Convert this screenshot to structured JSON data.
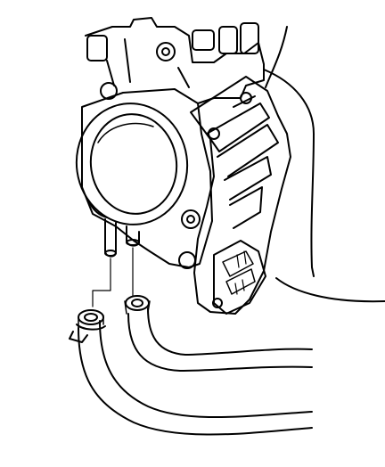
{
  "diagram": {
    "colors": {
      "ink": "#000000",
      "paper": "#ffffff",
      "shade": "#d9d9d9"
    },
    "parts": [
      "throttle-body",
      "bore-opening",
      "sensor-housing",
      "connector",
      "coolant-hose-upper",
      "coolant-hose-lower",
      "hose-clamp"
    ]
  }
}
